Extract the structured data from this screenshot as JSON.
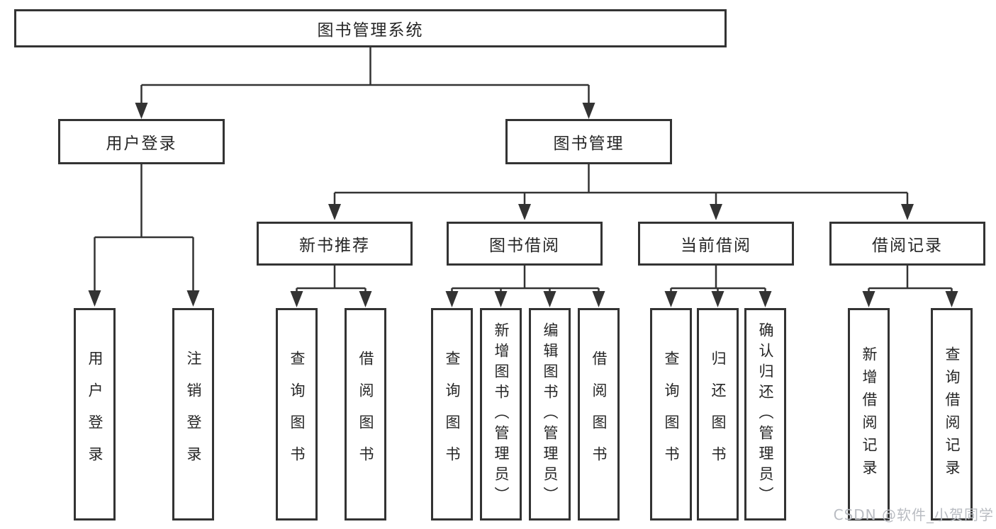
{
  "diagram": {
    "title": "图书管理系统",
    "level2": {
      "login": "用户登录",
      "mgmt": "图书管理"
    },
    "level3": {
      "newbook": "新书推荐",
      "borrow": "图书借阅",
      "current": "当前借阅",
      "records": "借阅记录"
    },
    "leaves": {
      "login_user": "用户登录",
      "login_logout": "注销登录",
      "newbook_query": "查询图书",
      "newbook_borrow": "借阅图书",
      "borrow_query": "查询图书",
      "borrow_add": "新增图书（管理员）",
      "borrow_edit": "编辑图书（管理员）",
      "borrow_borrow": "借阅图书",
      "current_query": "查询图书",
      "current_return": "归还图书",
      "current_confirm": "确认归还（管理员）",
      "records_add": "新增借阅记录",
      "records_query": "查询借阅记录"
    },
    "watermark": "CSDN @软件_小贺同学",
    "colors": {
      "line": "#333333",
      "text": "#262626",
      "watermark": "#b9bcc2",
      "background": "#ffffff"
    }
  }
}
